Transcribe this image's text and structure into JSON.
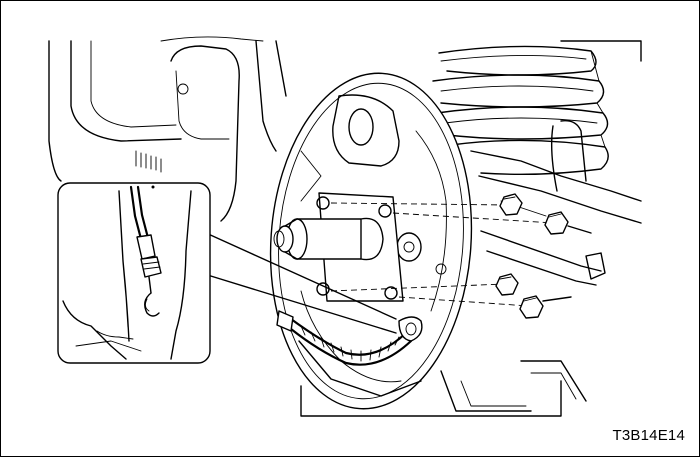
{
  "figure": {
    "code_label": "T3B14E14"
  },
  "components": {
    "backing_plate": "backing-plate",
    "axle_spindle": "axle-spindle",
    "brake_hose": "brake-hose",
    "mounting_nuts": "mounting-nut",
    "coil_spring": "coil-spring",
    "inset_detail": "brake-line-clip-detail"
  }
}
